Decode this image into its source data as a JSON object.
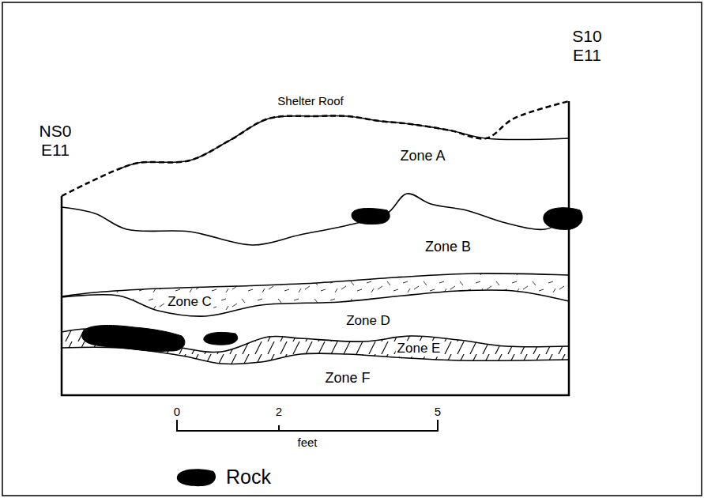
{
  "diagram": {
    "labels": [
      "Shelter Roof",
      "NS0 E11",
      "S10 E11",
      "Zone A",
      "Zone B",
      "Zone C",
      "Zone D",
      "Zone E",
      "Zone F",
      "0",
      "2",
      "5",
      "feet"
    ],
    "legend": [
      {
        "text": "Rock"
      }
    ]
  }
}
